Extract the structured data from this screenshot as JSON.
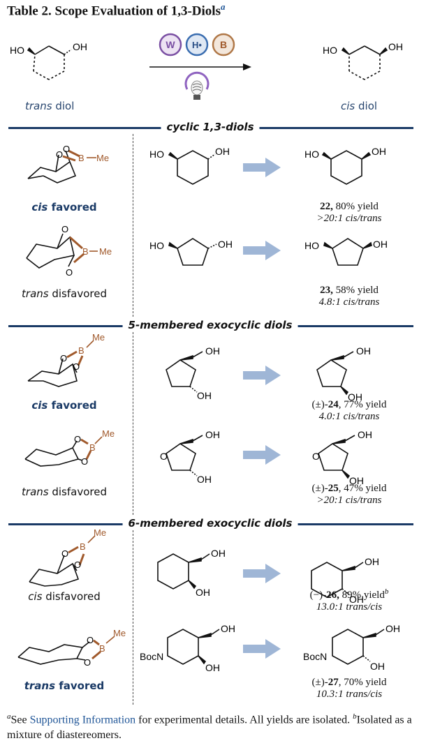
{
  "title": {
    "text": "Table 2. Scope Evaluation of 1,3-Diols",
    "sup": "a"
  },
  "scheme": {
    "left_label_italic": "trans",
    "left_label_rest": " diol",
    "right_label_italic": "cis",
    "right_label_rest": " diol",
    "catalyst_W": "W",
    "catalyst_H": "H•",
    "catalyst_B": "B",
    "OH": "OH",
    "HO": "HO"
  },
  "sections": [
    {
      "label": "cyclic 1,3-diols"
    },
    {
      "label": "5-membered exocyclic diols"
    },
    {
      "label": "6-membered exocyclic diols"
    }
  ],
  "conformers": {
    "c1": {
      "italic": "cis",
      "rest": " favored",
      "bold": true
    },
    "c2": {
      "italic": "trans",
      "rest": " disfavored",
      "bold": false
    },
    "c3": {
      "italic": "cis",
      "rest": " favored",
      "bold": true
    },
    "c4": {
      "italic": "trans",
      "rest": " disfavored",
      "bold": false
    },
    "c5": {
      "italic": "cis",
      "rest": " disfavored",
      "bold": false
    },
    "c6": {
      "italic": "trans",
      "rest": " favored",
      "bold": true
    }
  },
  "atoms": {
    "O": "O",
    "B": "B",
    "Me": "Me",
    "BocN": "BocN"
  },
  "results": [
    {
      "prefix": "",
      "compound": "22,",
      "yield": " 80% yield",
      "sup": "",
      "ratio": ">20:1 cis/trans"
    },
    {
      "prefix": "",
      "compound": "23,",
      "yield": " 58% yield",
      "sup": "",
      "ratio": "4.8:1 cis/trans"
    },
    {
      "prefix": "(±)-",
      "compound": "24",
      "yield": ", 77% yield",
      "sup": "",
      "ratio": "4.0:1 cis/trans"
    },
    {
      "prefix": "(±)-",
      "compound": "25",
      "yield": ", 47% yield",
      "sup": "",
      "ratio": ">20:1 cis/trans"
    },
    {
      "prefix": "(−)-",
      "compound": "26,",
      "yield": " 89% yield",
      "sup": "b",
      "ratio": "13.0:1 trans/cis"
    },
    {
      "prefix": "(±)-",
      "compound": "27",
      "yield": ", 70% yield",
      "sup": "",
      "ratio": "10.3:1 trans/cis"
    }
  ],
  "footnote": {
    "sup_a": "a",
    "see": "See ",
    "link": "Supporting Information",
    "rest1": " for experimental details. All yields are isolated. ",
    "sup_b": "b",
    "rest2": "Isolated as a mixture of diastereomers."
  },
  "colors": {
    "boron": "#a0592b",
    "navy": "#1a3a66",
    "arrow": "#9fb6d6",
    "W": "#7a4fa3",
    "H": "#3a6db0",
    "B": "#b07848"
  }
}
